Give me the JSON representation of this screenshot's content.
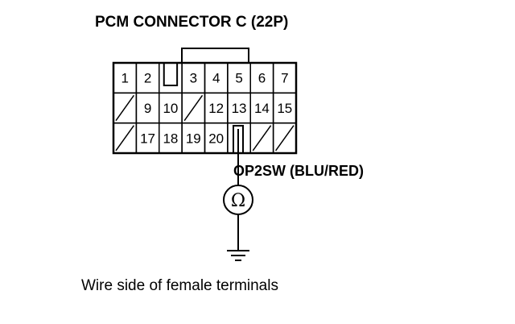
{
  "title": "PCM CONNECTOR C (22P)",
  "wire_label": "OP2SW (BLU/RED)",
  "meter_symbol": "Ω",
  "caption": "Wire side of female terminals",
  "connector": {
    "rows": [
      [
        "1",
        "2",
        "notch",
        "3",
        "4",
        "5",
        "6",
        "7"
      ],
      [
        "slash",
        "9",
        "10",
        "slash",
        "12",
        "13",
        "14",
        "15"
      ],
      [
        "slash",
        "17",
        "18",
        "19",
        "20",
        "probe",
        "slash",
        "slash"
      ]
    ]
  }
}
